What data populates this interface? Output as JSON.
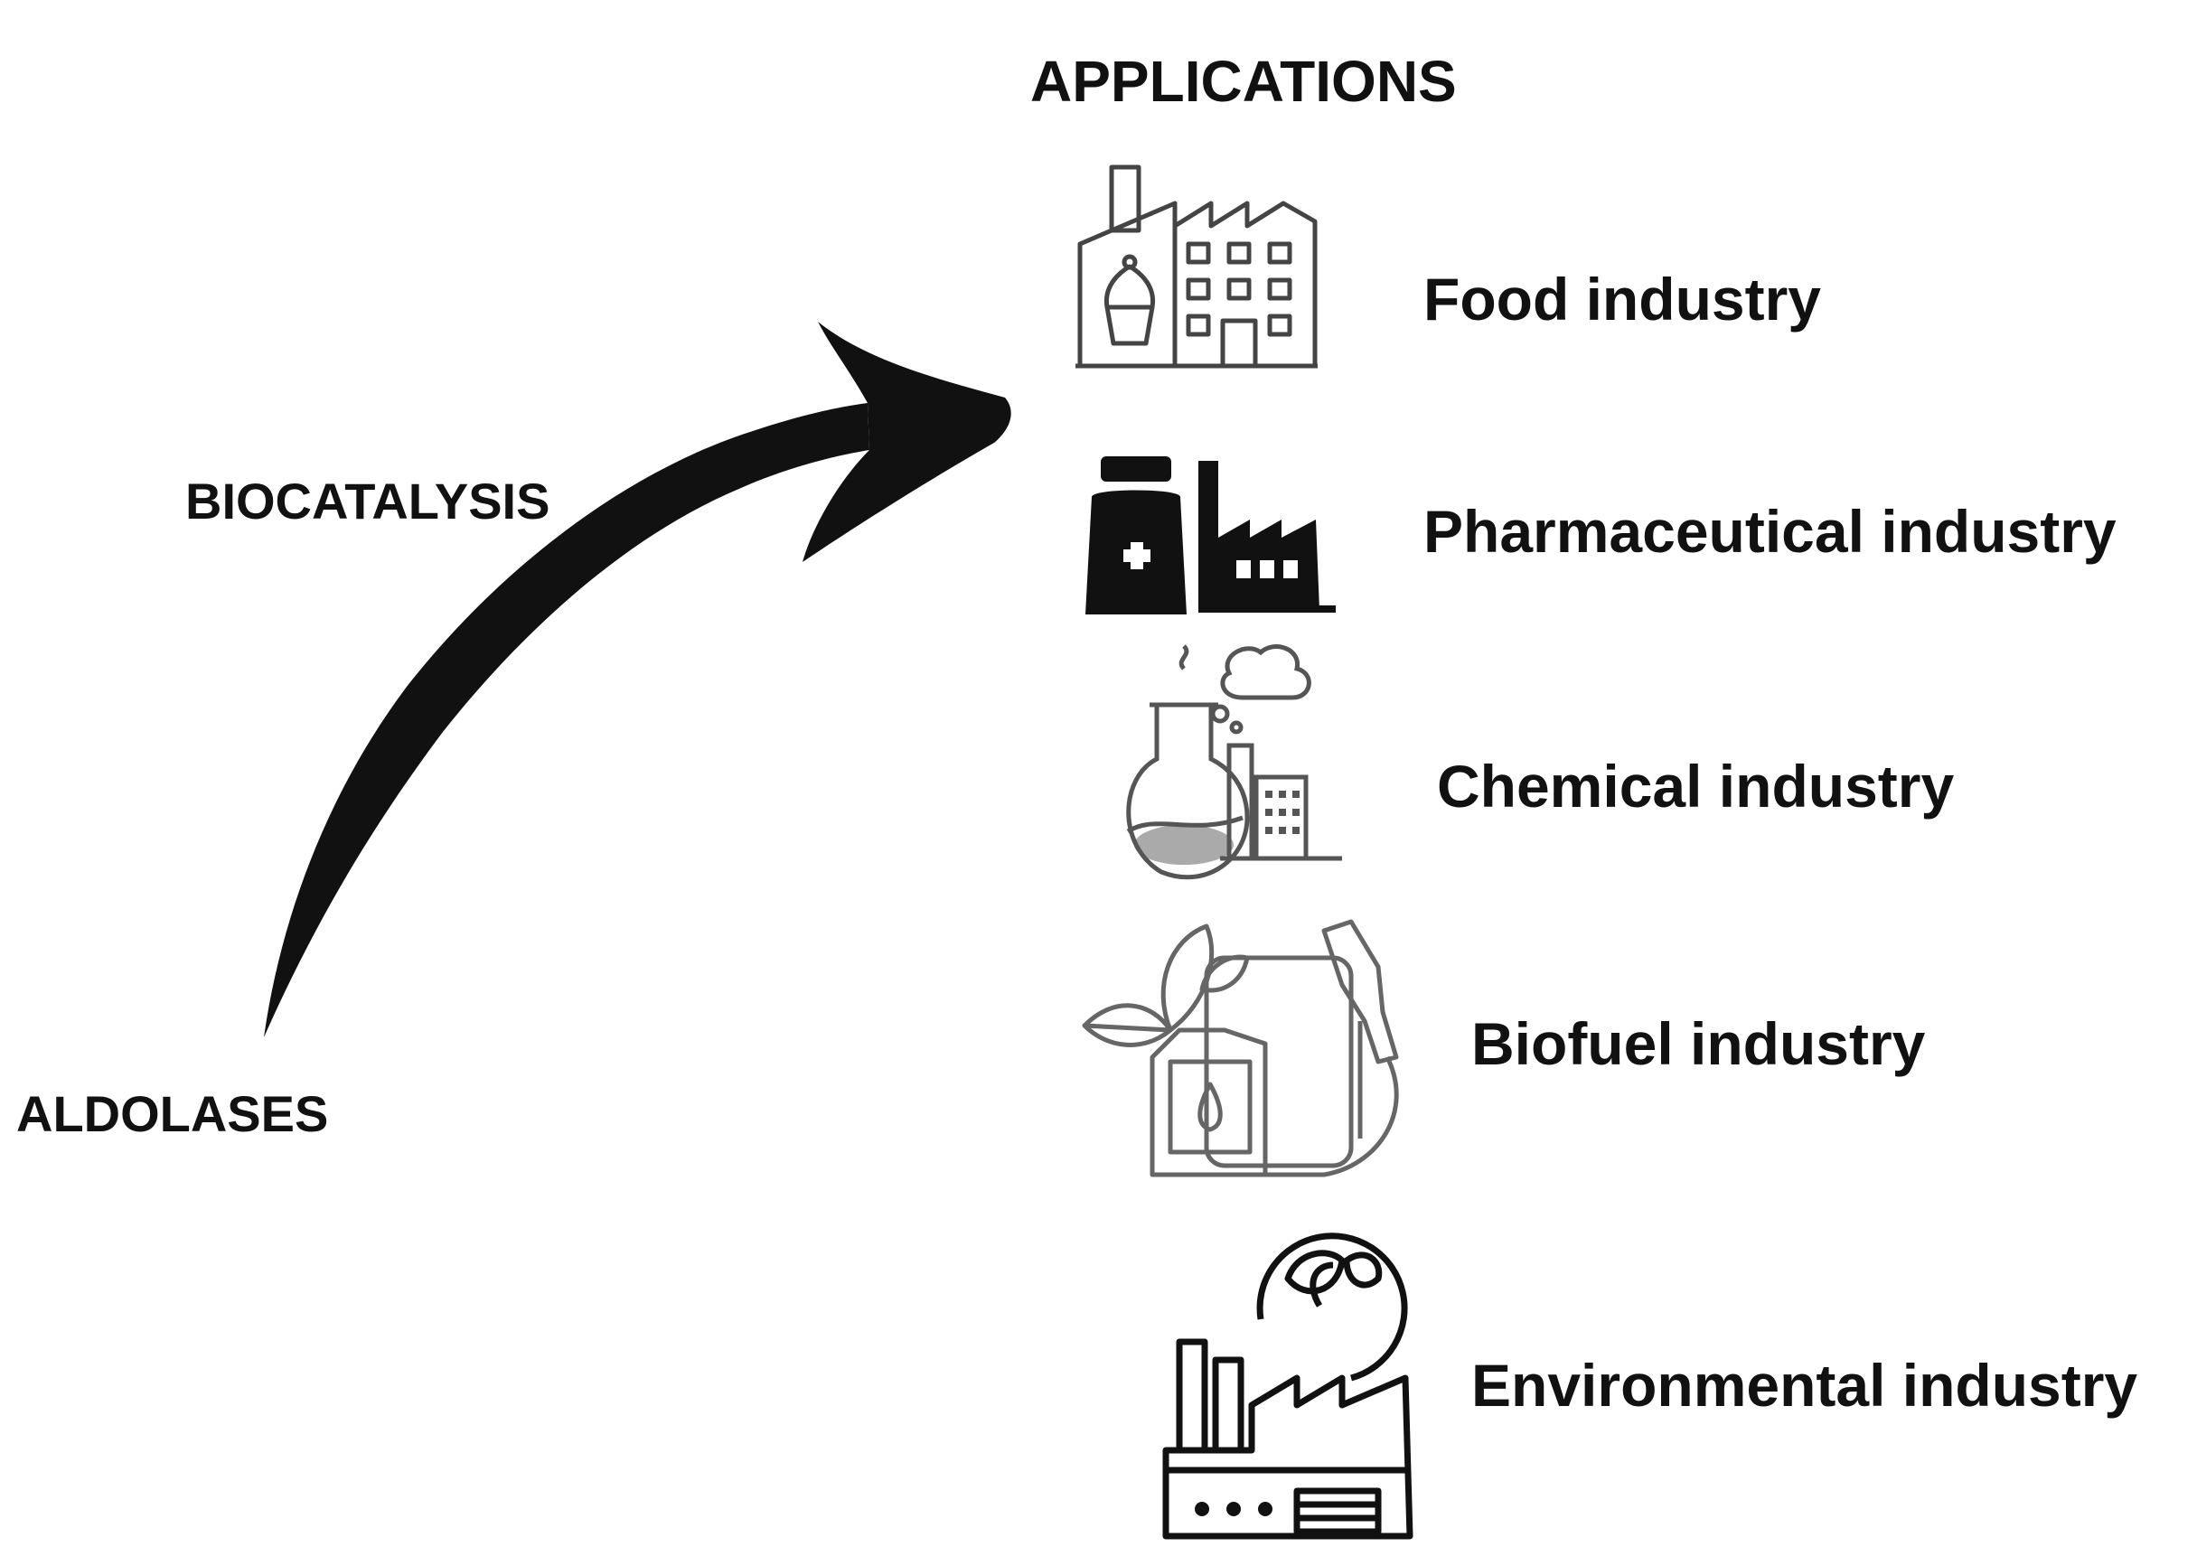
{
  "diagram": {
    "title": "APPLICATIONS",
    "source_label": "ALDOLASES",
    "process_label": "BIOCATALYSIS",
    "applications": [
      {
        "label": "Food industry",
        "icon": "food-factory-icon"
      },
      {
        "label": "Pharmaceutical industry",
        "icon": "pharmaceutical-factory-icon"
      },
      {
        "label": "Chemical industry",
        "icon": "chemical-flask-factory-icon"
      },
      {
        "label": "Biofuel industry",
        "icon": "biofuel-canister-pump-icon"
      },
      {
        "label": "Environmental industry",
        "icon": "eco-factory-icon"
      }
    ],
    "colors": {
      "ink": "#111111",
      "icon_gray": "#555555",
      "background": "#ffffff"
    }
  }
}
